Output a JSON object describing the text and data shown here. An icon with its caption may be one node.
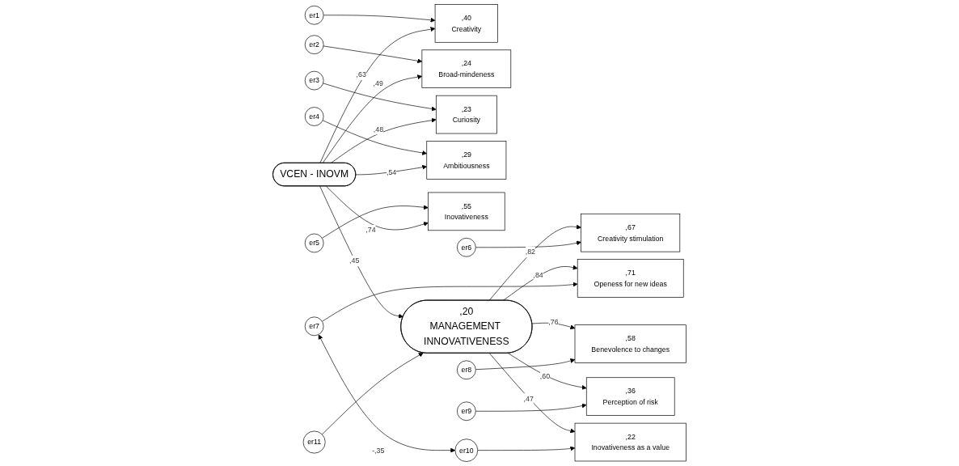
{
  "diagram": {
    "nodes": [
      {
        "text": [
          "er1"
        ]
      },
      {
        "text": [
          ",40",
          "Creativity"
        ]
      },
      {
        "text": [
          "er2"
        ]
      },
      {
        "text": [
          ",24",
          "Broad-mindeness"
        ]
      },
      {
        "text": [
          "er3"
        ]
      },
      {
        "text": [
          ",23",
          "Curiosity"
        ]
      },
      {
        "text": [
          "er4"
        ]
      },
      {
        "text": [
          ",29",
          "Ambitiousness"
        ]
      },
      {
        "text": [
          "er5"
        ]
      },
      {
        "text": [
          ",55",
          "Inovativeness"
        ]
      },
      {
        "text": [
          "VCEN - INOVM"
        ]
      },
      {
        "text": [
          "er11"
        ]
      },
      {
        "text": [
          ",20",
          "MANAGEMENT INNOVATIVENESS"
        ]
      },
      {
        "text": [
          ",67",
          "Creativity stimulation"
        ]
      },
      {
        "text": [
          "er6"
        ]
      },
      {
        "text": [
          ",71",
          "Openess for new ideas"
        ]
      },
      {
        "text": [
          "er7"
        ]
      },
      {
        "text": [
          ",58",
          "Benevolence to changes"
        ]
      },
      {
        "text": [
          "er8"
        ]
      },
      {
        "text": [
          ",36",
          "Perception of risk"
        ]
      },
      {
        "text": [
          "er9"
        ]
      },
      {
        "text": [
          ",22",
          "Inovativeness as a value"
        ]
      },
      {
        "text": [
          "er10"
        ]
      }
    ],
    "edges": [
      {
        "from": 0,
        "to": 1,
        "arrow": "to"
      },
      {
        "from": 2,
        "to": 3,
        "arrow": "to"
      },
      {
        "from": 4,
        "to": 5,
        "arrow": "to"
      },
      {
        "from": 6,
        "to": 7,
        "arrow": "to"
      },
      {
        "from": 8,
        "to": 9,
        "arrow": "to"
      },
      {
        "from": 10,
        "to": 1,
        "arrow": "to",
        "label": ",63"
      },
      {
        "from": 10,
        "to": 3,
        "arrow": "to",
        "label": ",49"
      },
      {
        "from": 10,
        "to": 5,
        "arrow": "to",
        "label": ",48"
      },
      {
        "from": 10,
        "to": 7,
        "arrow": "to",
        "label": ",54"
      },
      {
        "from": 10,
        "to": 9,
        "arrow": "to",
        "label": ",74"
      },
      {
        "from": 10,
        "to": 12,
        "arrow": "to",
        "label": ",45"
      },
      {
        "from": 11,
        "to": 12,
        "arrow": "to"
      },
      {
        "from": 12,
        "to": 13,
        "arrow": "to",
        "label": ",82"
      },
      {
        "from": 12,
        "to": 15,
        "arrow": "to",
        "label": ",84"
      },
      {
        "from": 12,
        "to": 17,
        "arrow": "to",
        "label": ",76"
      },
      {
        "from": 12,
        "to": 19,
        "arrow": "to",
        "label": ",60"
      },
      {
        "from": 12,
        "to": 21,
        "arrow": "to",
        "label": ",47"
      },
      {
        "from": 14,
        "to": 13,
        "arrow": "to"
      },
      {
        "from": 16,
        "to": 15,
        "arrow": "to"
      },
      {
        "from": 18,
        "to": 17,
        "arrow": "to"
      },
      {
        "from": 20,
        "to": 19,
        "arrow": "to"
      },
      {
        "from": 22,
        "to": 21,
        "arrow": "to"
      },
      {
        "from": 16,
        "to": 22,
        "arrow": "both",
        "label": "-,35"
      }
    ]
  }
}
